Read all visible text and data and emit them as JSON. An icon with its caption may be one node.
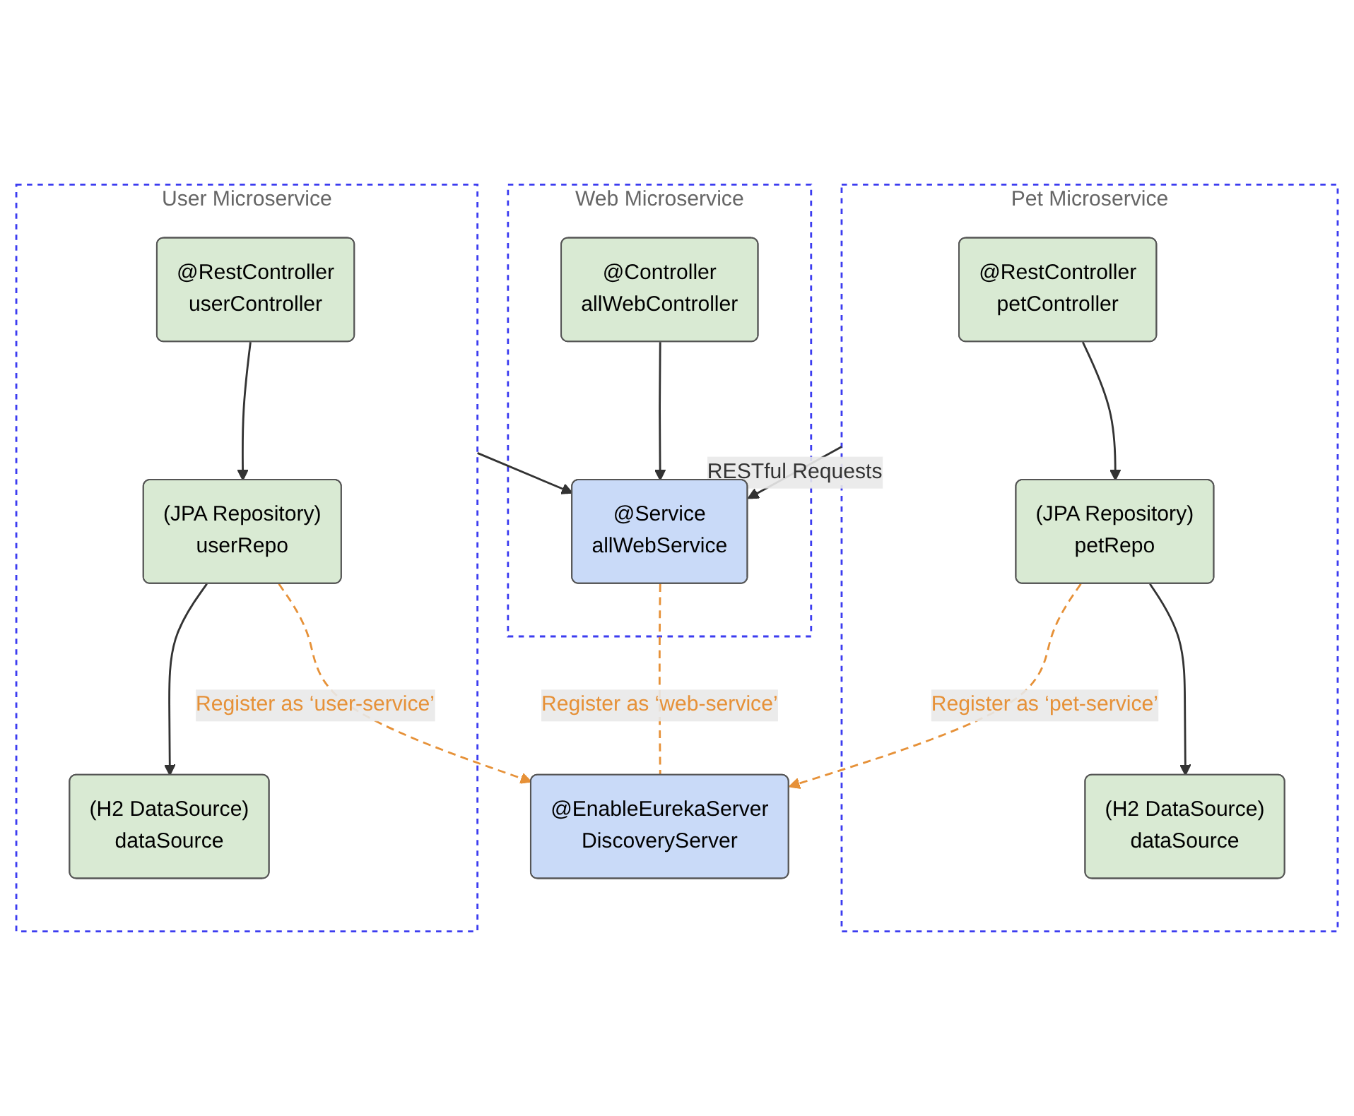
{
  "diagram": {
    "nodes": [
      {
        "text": [
          "Pet Microservice"
        ]
      },
      {
        "text": [
          "@RestController",
          "petController"
        ],
        "in": 0
      },
      {
        "text": [
          "(JPA Repository)",
          "petRepo"
        ],
        "in": 0
      },
      {
        "text": [
          "(H2 DataSource)",
          "dataSource"
        ],
        "in": 0
      },
      {
        "text": [
          "User Microservice"
        ]
      },
      {
        "text": [
          "@RestController",
          "userController"
        ],
        "in": 4
      },
      {
        "text": [
          "(JPA Repository)",
          "userRepo"
        ],
        "in": 4
      },
      {
        "text": [
          "(H2 DataSource)",
          "dataSource"
        ],
        "in": 4
      },
      {
        "text": [
          "Web Microservice"
        ]
      },
      {
        "text": [
          "@Controller",
          "allWebController"
        ],
        "in": 8
      },
      {
        "text": [
          "@Service",
          "allWebService"
        ],
        "in": 8
      },
      {
        "text": [
          "@EnableEurekaServer",
          "DiscoveryServer"
        ]
      }
    ],
    "edges": [
      {
        "from": 1,
        "to": 2,
        "arrow": "to"
      },
      {
        "from": 2,
        "to": 3,
        "arrow": "to"
      },
      {
        "from": 5,
        "to": 6,
        "arrow": "to"
      },
      {
        "from": 6,
        "to": 7,
        "arrow": "to"
      },
      {
        "from": 0,
        "to": 10,
        "arrow": "to",
        "label": "RESTful Requests"
      },
      {
        "from": 4,
        "to": 10,
        "arrow": "to"
      },
      {
        "from": 9,
        "to": 10,
        "arrow": "to"
      },
      {
        "from": 2,
        "to": 11,
        "arrow": "to",
        "label": "Register as ‘pet-service’",
        "style": "dashed",
        "color": "#e69138"
      },
      {
        "from": 6,
        "to": 11,
        "arrow": "to",
        "label": "Register as ‘user-service’",
        "style": "dashed",
        "color": "#e69138"
      },
      {
        "from": 10,
        "to": 11,
        "arrow": "none",
        "label": "Register as ‘web-service’",
        "style": "dashed",
        "color": "#e69138"
      }
    ]
  }
}
